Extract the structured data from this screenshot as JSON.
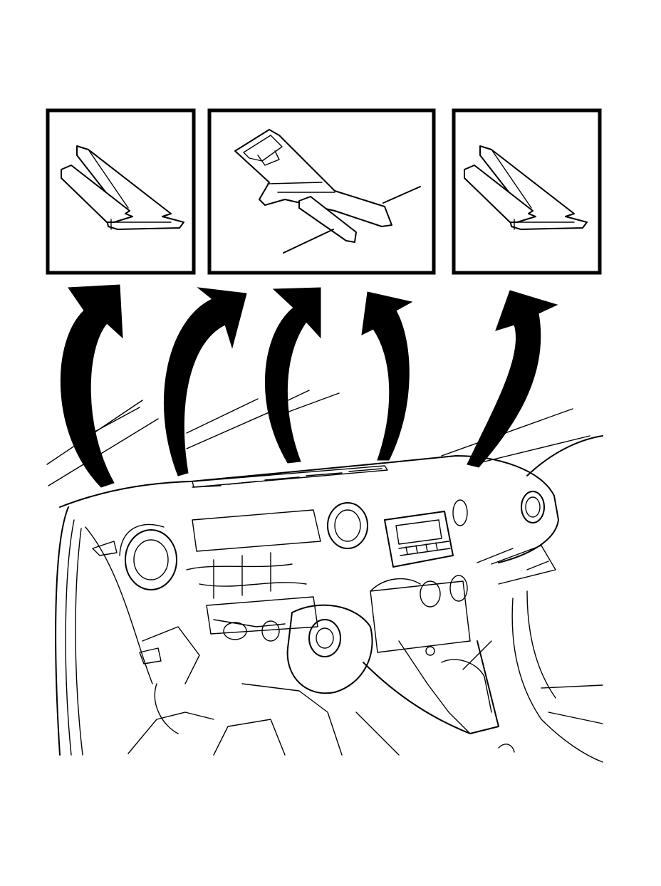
{
  "colors": {
    "line": "#000000",
    "background": "#ffffff"
  },
  "detail_views": [
    {
      "id": "left",
      "content": "clip-detail"
    },
    {
      "id": "center",
      "content": "bracket-clip-detail"
    },
    {
      "id": "right",
      "content": "clip-detail"
    }
  ],
  "arrows": [
    {
      "id": "arrow-1",
      "direction": "up-right"
    },
    {
      "id": "arrow-2",
      "direction": "up-right"
    },
    {
      "id": "arrow-3",
      "direction": "up-right"
    },
    {
      "id": "arrow-4",
      "direction": "up-left"
    },
    {
      "id": "arrow-5",
      "direction": "up-right"
    }
  ]
}
